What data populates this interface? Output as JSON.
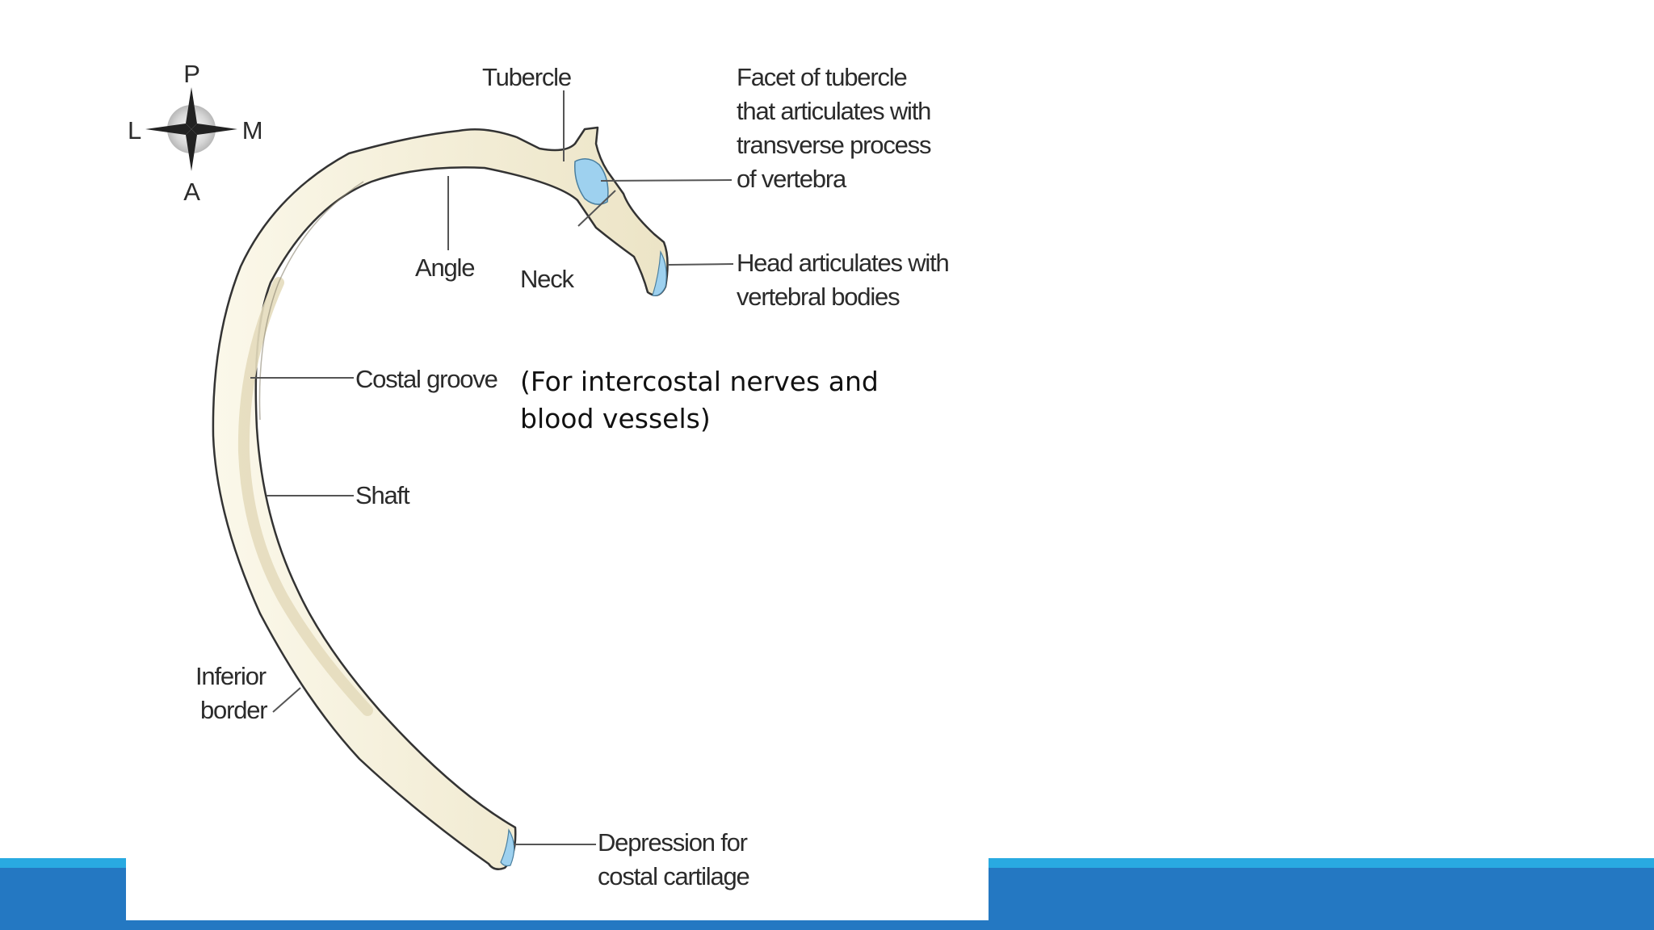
{
  "slide": {
    "colors": {
      "band_light": "#29aae1",
      "band_dark": "#2478c2",
      "bone": "#f4efd9",
      "cartilage": "#9ed1ef"
    }
  },
  "compass": {
    "top": "P",
    "bottom": "A",
    "left": "L",
    "right": "M"
  },
  "labels": {
    "tubercle": "Tubercle",
    "facet": [
      "Facet of tubercle",
      "that articulates with",
      "transverse process",
      "of vertebra"
    ],
    "angle": "Angle",
    "neck": "Neck",
    "head": [
      "Head articulates with",
      "vertebral bodies"
    ],
    "costal_groove": "Costal groove",
    "shaft": "Shaft",
    "inferior_border": [
      "Inferior",
      "border"
    ],
    "depression": [
      "Depression for",
      "costal cartilage"
    ]
  },
  "note": {
    "line1": "(For intercostal nerves and",
    "line2": "blood vessels)"
  }
}
